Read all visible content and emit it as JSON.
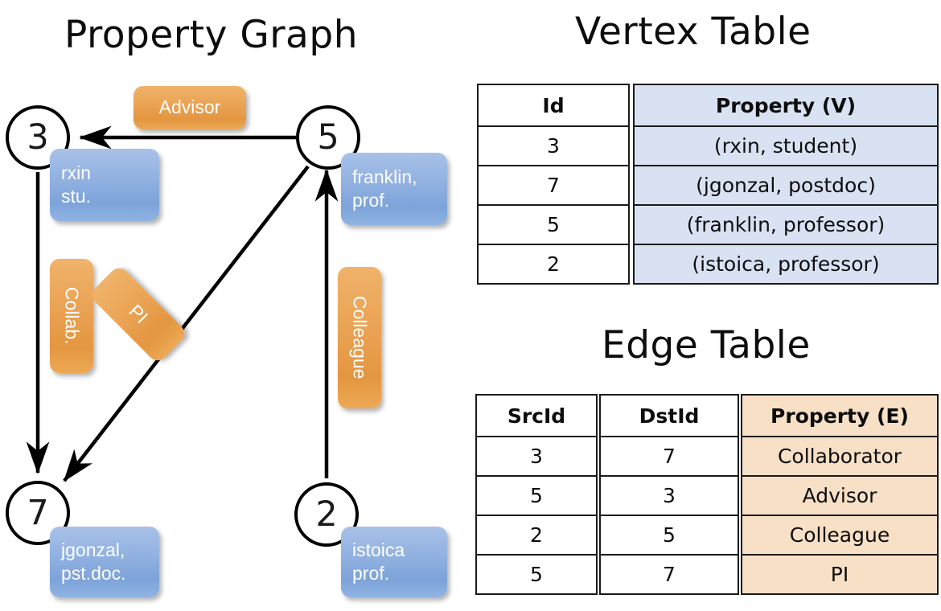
{
  "titles": {
    "property_graph": "Property Graph",
    "vertex_table": "Vertex Table",
    "edge_table": "Edge Table"
  },
  "colors": {
    "vertex_property_fill": "#d9e2f3",
    "edge_property_fill": "#f7e0c6",
    "node_chip_blue": "#8fb0e0",
    "edge_chip_orange": "#eaa253",
    "stroke": "#000000"
  },
  "graph": {
    "nodes": [
      {
        "id": "3",
        "label": "rxin\nstu."
      },
      {
        "id": "5",
        "label": "franklin,\nprof."
      },
      {
        "id": "7",
        "label": "jgonzal,\npst.doc."
      },
      {
        "id": "2",
        "label": "istoica\nprof."
      }
    ],
    "edge_labels": [
      {
        "name": "advisor-chip",
        "text": "Advisor"
      },
      {
        "name": "collab-chip",
        "text": "Collab."
      },
      {
        "name": "pi-chip",
        "text": "PI"
      },
      {
        "name": "colleague-chip",
        "text": "Colleague"
      }
    ],
    "edges": [
      {
        "src": "5",
        "dst": "3",
        "label": "Advisor"
      },
      {
        "src": "3",
        "dst": "7",
        "label": "Collab."
      },
      {
        "src": "5",
        "dst": "7",
        "label": "PI"
      },
      {
        "src": "2",
        "dst": "5",
        "label": "Colleague"
      }
    ]
  },
  "vertex_table": {
    "headers": {
      "id": "Id",
      "property": "Property (V)"
    },
    "rows": [
      {
        "id": "3",
        "property": "(rxin, student)"
      },
      {
        "id": "7",
        "property": "(jgonzal, postdoc)"
      },
      {
        "id": "5",
        "property": "(franklin, professor)"
      },
      {
        "id": "2",
        "property": "(istoica, professor)"
      }
    ]
  },
  "edge_table": {
    "headers": {
      "src": "SrcId",
      "dst": "DstId",
      "property": "Property (E)"
    },
    "rows": [
      {
        "src": "3",
        "dst": "7",
        "property": "Collaborator"
      },
      {
        "src": "5",
        "dst": "3",
        "property": "Advisor"
      },
      {
        "src": "2",
        "dst": "5",
        "property": "Colleague"
      },
      {
        "src": "5",
        "dst": "7",
        "property": "PI"
      }
    ]
  }
}
